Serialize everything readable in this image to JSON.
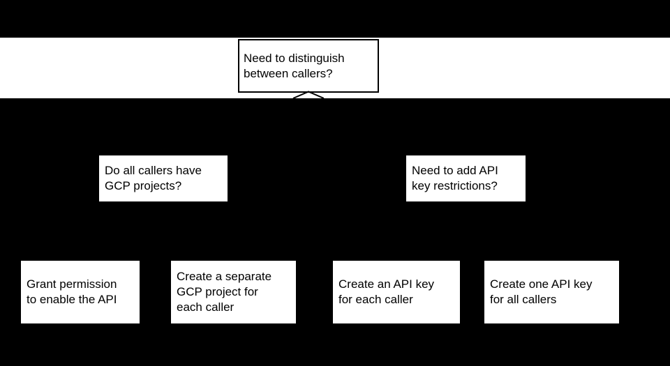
{
  "diagram": {
    "colors": {
      "background": "#000000",
      "band": "#ffffff",
      "node_fill": "#ffffff",
      "node_border": "#000000",
      "text": "#000000",
      "connector": "#000000"
    },
    "nodes": {
      "root": "Need to distinguish\nbetween callers?",
      "question_gcp_projects": "Do all callers have\nGCP projects?",
      "question_key_restrictions": "Need to add API\nkey restrictions?",
      "answer_grant_permission": "Grant permission\nto enable the API",
      "answer_separate_project": "Create a separate\nGCP project for\neach caller",
      "answer_key_per_caller": "Create an API key\nfor each caller",
      "answer_key_all_callers": "Create one API key\nfor all callers"
    }
  }
}
